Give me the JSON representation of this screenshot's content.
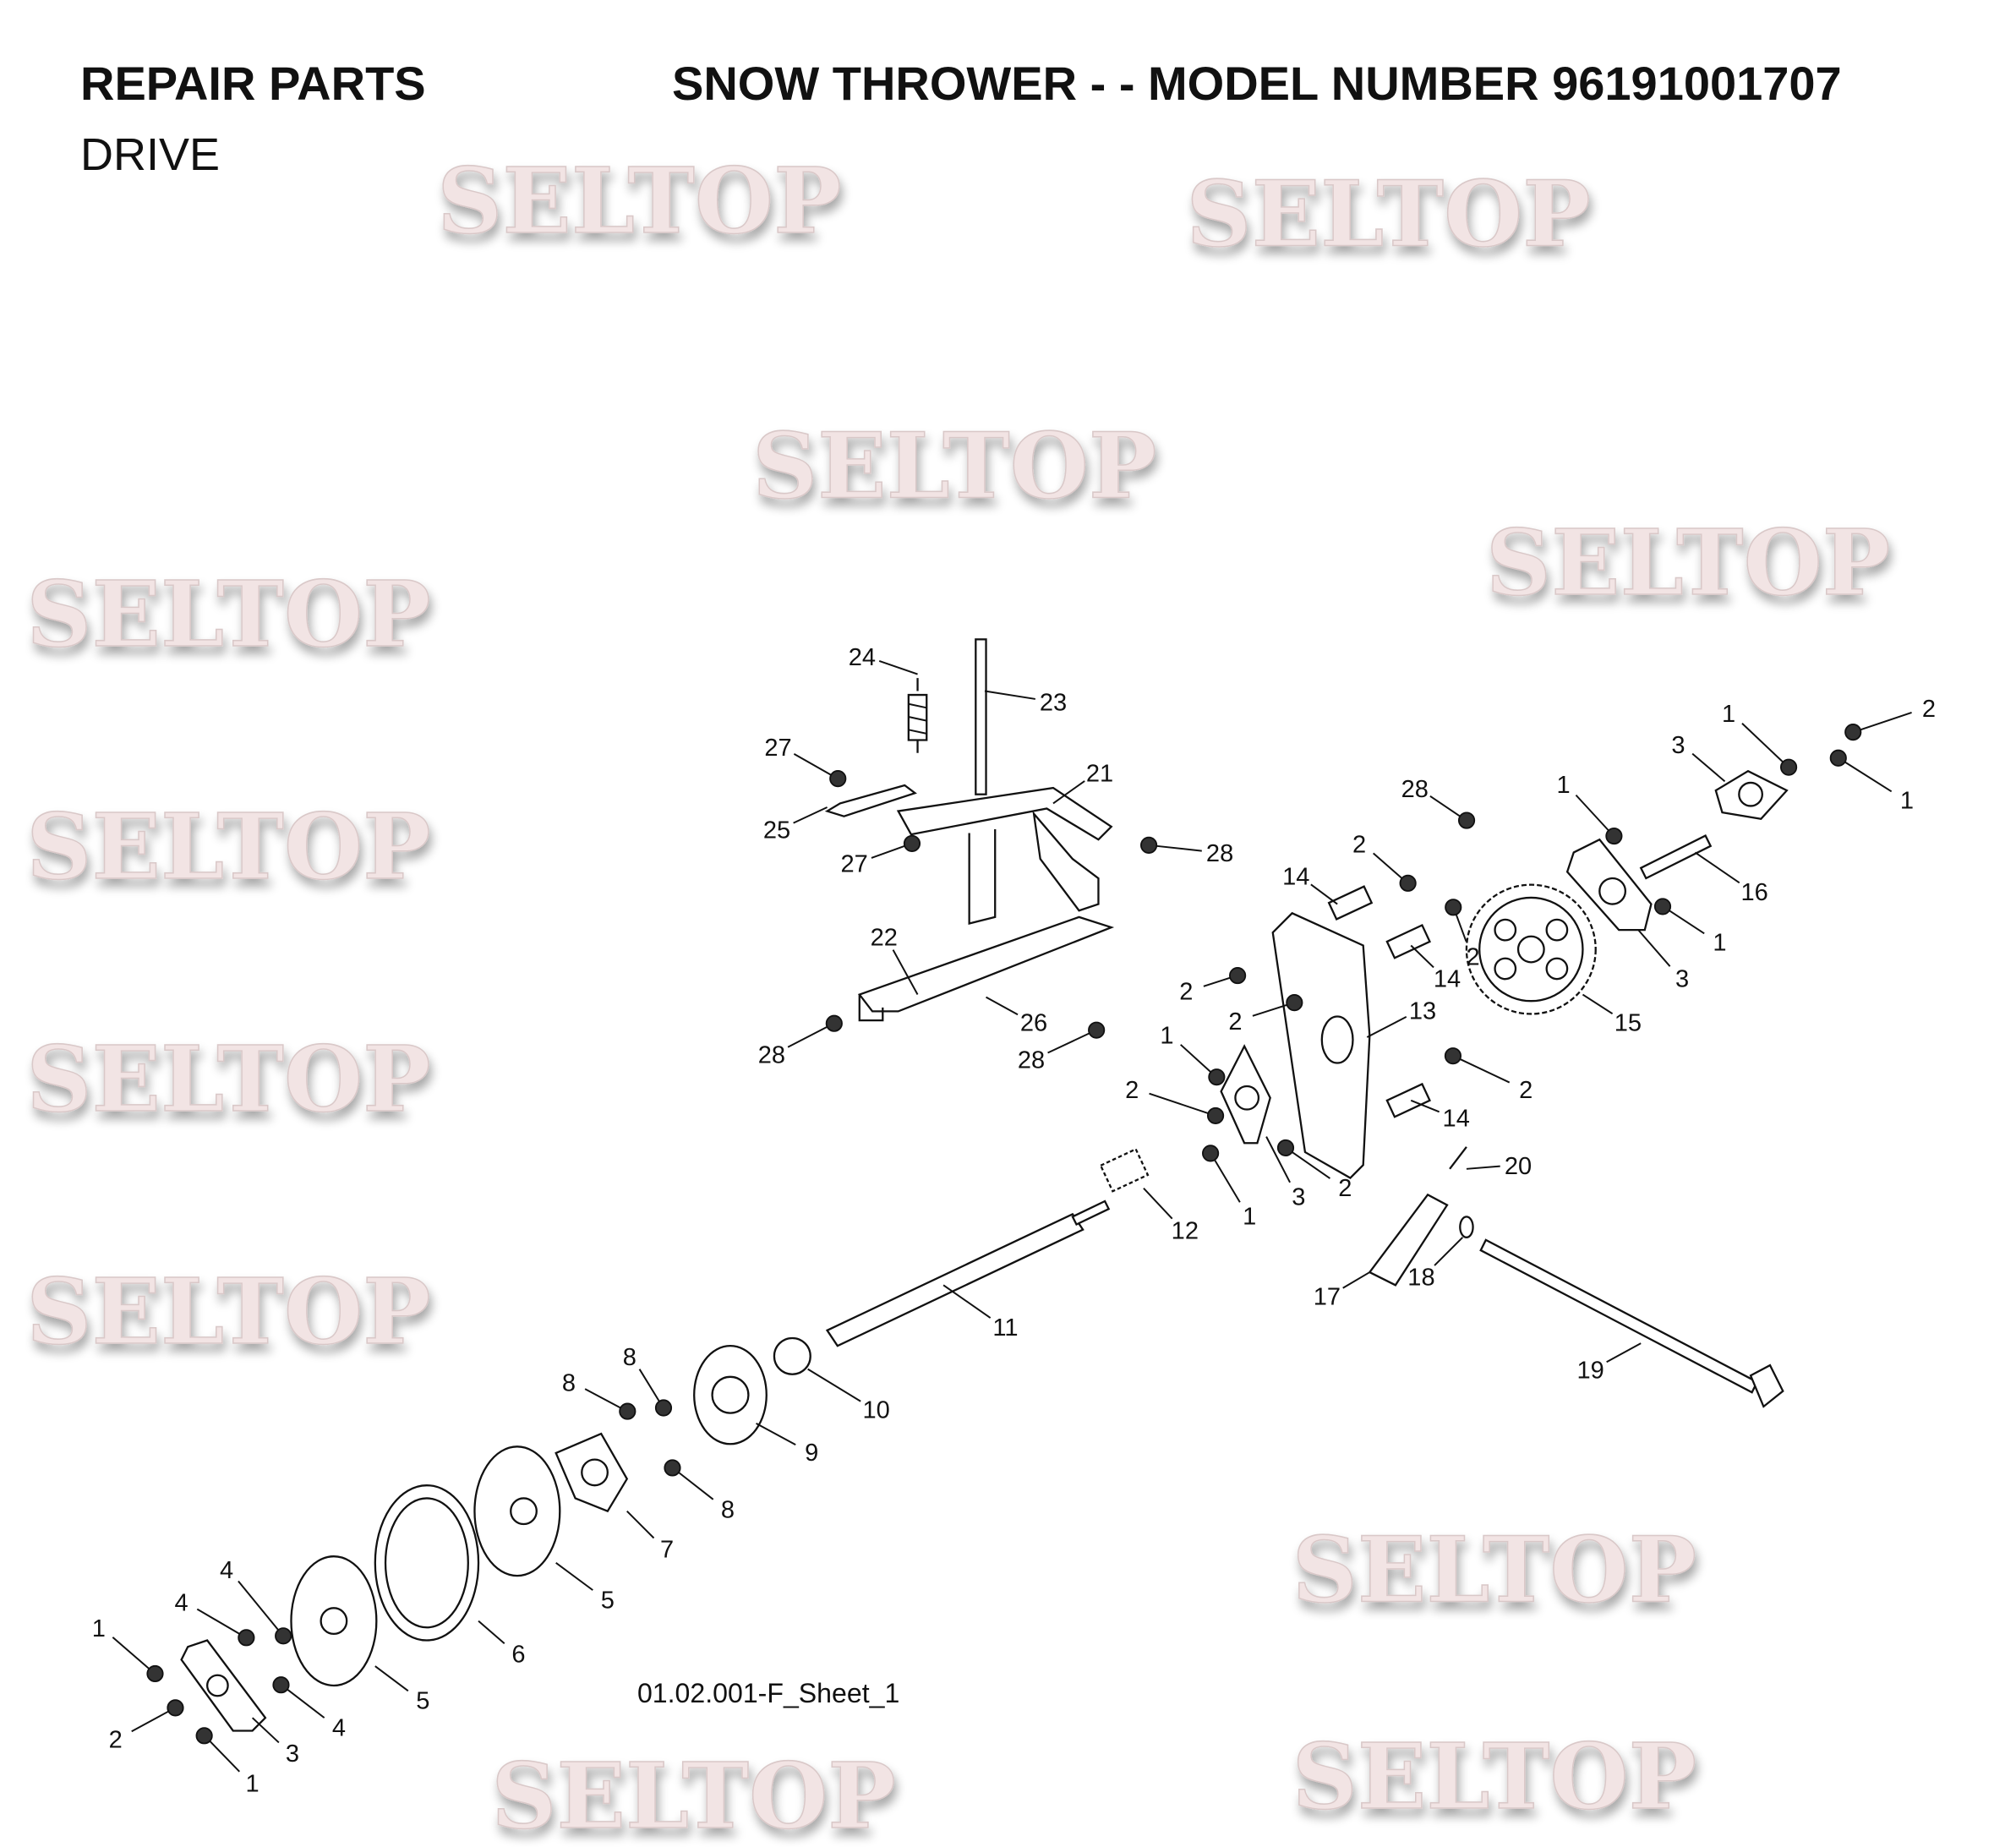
{
  "header": {
    "left_title": "REPAIR PARTS",
    "right_title": "SNOW THROWER - - MODEL NUMBER 96191001707",
    "section": "DRIVE"
  },
  "watermark": "SELTOP",
  "sheet_id": "01.02.001-F_Sheet_1",
  "callouts": [
    "24",
    "23",
    "27",
    "21",
    "25",
    "27",
    "28",
    "28",
    "2",
    "14",
    "2",
    "14",
    "22",
    "2",
    "2",
    "13",
    "15",
    "26",
    "28",
    "28",
    "1",
    "2",
    "2",
    "14",
    "1",
    "3",
    "2",
    "20",
    "12",
    "17",
    "18",
    "11",
    "19",
    "10",
    "8",
    "8",
    "9",
    "8",
    "7",
    "5",
    "4",
    "4",
    "1",
    "6",
    "5",
    "4",
    "2",
    "3",
    "1",
    "1",
    "2",
    "3",
    "1",
    "1",
    "16",
    "1",
    "3"
  ]
}
